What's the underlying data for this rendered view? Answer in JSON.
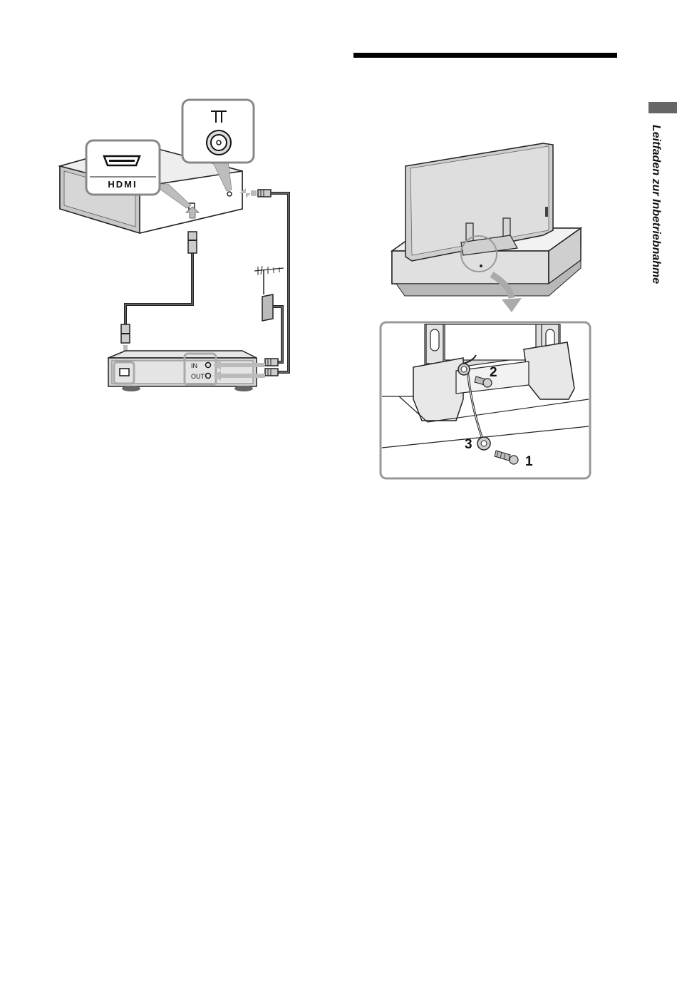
{
  "section_label": "Leitfaden zur Inbetriebnahme",
  "connection_diagram": {
    "hdmi_port_label": "HDMI",
    "recorder_port_in": "IN",
    "recorder_port_out": "OUT"
  },
  "stand_diagram": {
    "steps": [
      {
        "number": "1"
      },
      {
        "number": "2"
      },
      {
        "number": "3"
      }
    ]
  }
}
